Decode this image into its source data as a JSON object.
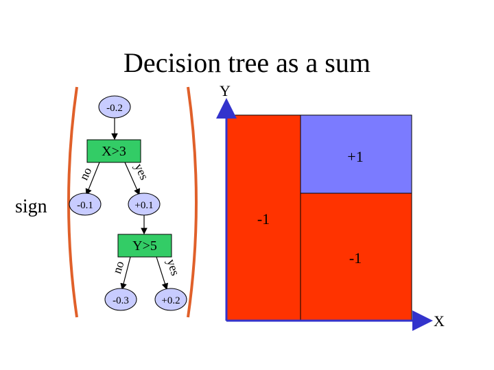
{
  "slide": {
    "title": "Decision tree as a sum"
  },
  "sign_label": "sign",
  "tree": {
    "root": "-0.2",
    "split1": {
      "label": "X>3",
      "branch_no": "no",
      "branch_yes": "yes",
      "leaf_no": "-0.1",
      "leaf_yes": "+0.1"
    },
    "split2": {
      "label": "Y>5",
      "branch_no": "no",
      "branch_yes": "yes",
      "leaf_no": "-0.3",
      "leaf_yes": "+0.2"
    }
  },
  "plot": {
    "x_axis": "X",
    "y_axis": "Y",
    "regions": [
      {
        "label": "+1",
        "color": "#7b7bff"
      },
      {
        "label": "-1",
        "color": "#ff3300"
      },
      {
        "label": "-1",
        "color": "#ff3300"
      }
    ]
  },
  "colors": {
    "split_node": "#33cc66",
    "leaf_node": "#c8ccff",
    "accent": "#e0602a",
    "axis": "#3333cc"
  }
}
